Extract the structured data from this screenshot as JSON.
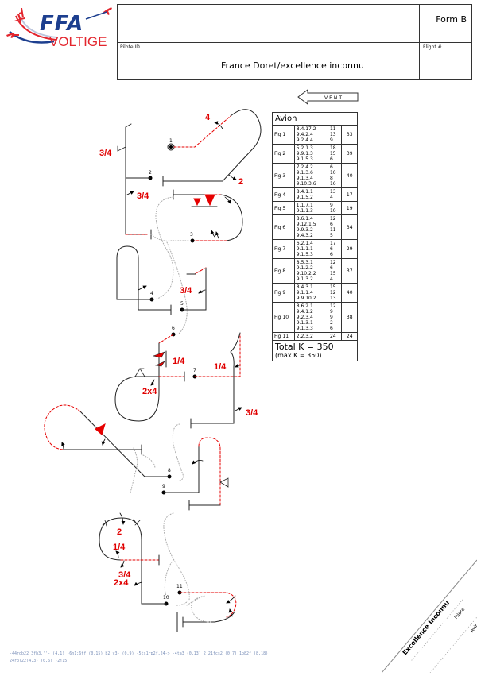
{
  "logo": {
    "brand_text": "FFA",
    "sub_text": "VOLTIGE",
    "colors": {
      "blue": "#1d3f8f",
      "red": "#e3262e"
    }
  },
  "header": {
    "form_label": "Form B",
    "pilot_id_label": "Pilote ID",
    "pilot_name": "France Doret/excellence inconnu",
    "flight_label": "Flight #"
  },
  "wind": {
    "label": "VENT",
    "direction": "left"
  },
  "table": {
    "title": "Avion",
    "figures": [
      {
        "fig": "Fig 1",
        "catalog": [
          "8.4.17.2",
          "9.4.2.4",
          "9.2.4.4"
        ],
        "k": [
          "11",
          "13",
          "9"
        ],
        "total": "33"
      },
      {
        "fig": "Fig 2",
        "catalog": [
          "5.2.1.3",
          "9.9.1.3",
          "9.1.5.3"
        ],
        "k": [
          "18",
          "15",
          "6"
        ],
        "total": "39"
      },
      {
        "fig": "Fig 3",
        "catalog": [
          "7.2.4.2",
          "9.1.3.6",
          "9.1.3.4",
          "9.10.3.6"
        ],
        "k": [
          "6",
          "10",
          "8",
          "16"
        ],
        "total": "40"
      },
      {
        "fig": "Fig 4",
        "catalog": [
          "8.4.1.1",
          "9.1.5.2"
        ],
        "k": [
          "13",
          "4"
        ],
        "total": "17"
      },
      {
        "fig": "Fig 5",
        "catalog": [
          "1.1.7.1",
          "9.1.1.3"
        ],
        "k": [
          "9",
          "10"
        ],
        "total": "19"
      },
      {
        "fig": "Fig 6",
        "catalog": [
          "8.6.1.4",
          "9.12.1.5",
          "9.9.3.2",
          "9.4.3.2"
        ],
        "k": [
          "12",
          "6",
          "11",
          "5"
        ],
        "total": "34"
      },
      {
        "fig": "Fig 7",
        "catalog": [
          "6.2.1.4",
          "9.1.1.1",
          "9.1.5.3"
        ],
        "k": [
          "17",
          "6",
          "6"
        ],
        "total": "29"
      },
      {
        "fig": "Fig 8",
        "catalog": [
          "8.5.3.1",
          "9.1.2.2",
          "9.10.2.2",
          "9.1.3.2"
        ],
        "k": [
          "12",
          "6",
          "15",
          "4"
        ],
        "total": "37"
      },
      {
        "fig": "Fig 9",
        "catalog": [
          "8.4.3.1",
          "9.1.1.4",
          "9.9.10.2"
        ],
        "k": [
          "15",
          "12",
          "13"
        ],
        "total": "40"
      },
      {
        "fig": "Fig 10",
        "catalog": [
          "8.6.2.1",
          "9.4.1.2",
          "9.2.3.4",
          "9.1.3.1",
          "9.1.3.3"
        ],
        "k": [
          "12",
          "9",
          "9",
          "2",
          "6"
        ],
        "total": "38"
      },
      {
        "fig": "Fig 11",
        "catalog": [
          "2.2.3.2"
        ],
        "k": [
          "24"
        ],
        "total": "24"
      }
    ],
    "total_k": "Total K = 350",
    "max_k": "(max K = 350)"
  },
  "diagram": {
    "figure_numbers": [
      "1",
      "2",
      "3",
      "4",
      "5",
      "6",
      "7",
      "8",
      "9",
      "10",
      "11"
    ],
    "roll_labels": {
      "fig1_top": "4",
      "fig1_right": "2",
      "fig2_upper": "3/4",
      "fig2_lower": "3/4",
      "fig5": "3/4",
      "fig6": "1/4",
      "fig6_loop": "2x4",
      "fig7": "1/4",
      "fig7_lower": "3/4",
      "fig10_top": "2",
      "fig10_mid": "1/4",
      "fig10_low1": "3/4",
      "fig10_low2": "2x4"
    },
    "colors": {
      "line": "#222222",
      "red": "#e60000",
      "grey_dots": "#aaaaaa"
    }
  },
  "signature": {
    "name": "Excellence Inconnu",
    "pilot_label": "Pilote",
    "aircraft_label": "Avion"
  },
  "footer": {
    "line1": "-44rdb22 3fh3.''- (4,1) -6n1;6tf (0,15) b2 v3- (0,9) -5ts1rp2f,24-> -4ta3 (0,13) 2,21fcs2 (0,7) 1p82f (8,18)",
    "line2": "24rp(22)4,3- (0,6) -2j15"
  }
}
